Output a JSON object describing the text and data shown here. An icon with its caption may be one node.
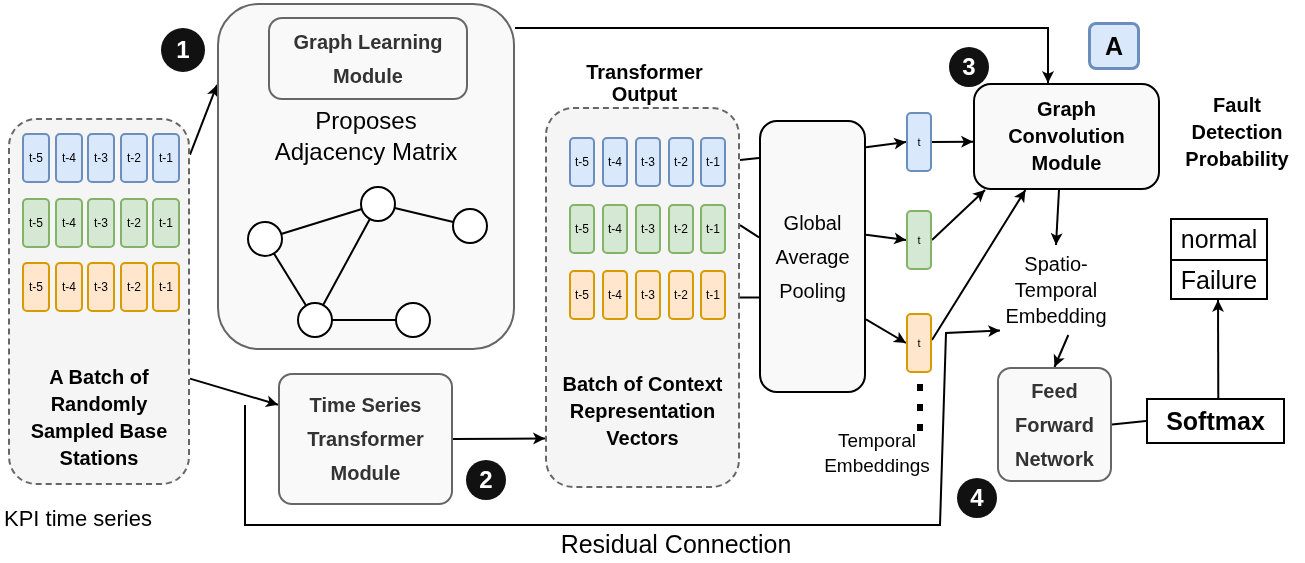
{
  "diagram": {
    "nodes": [
      {
        "text": [
          "A Batch of Randomly Sampled Base Stations"
        ],
        "beside": [
          "KPI time series"
        ]
      },
      {
        "text": [
          "t-5"
        ],
        "in": 0
      },
      {
        "text": [
          "t-4"
        ],
        "in": 0
      },
      {
        "text": [
          "t-3"
        ],
        "in": 0
      },
      {
        "text": [
          "t-2"
        ],
        "in": 0
      },
      {
        "text": [
          "t-1"
        ],
        "in": 0
      },
      {
        "text": [
          "t-5"
        ],
        "in": 0
      },
      {
        "text": [
          "t-4"
        ],
        "in": 0
      },
      {
        "text": [
          "t-3"
        ],
        "in": 0
      },
      {
        "text": [
          "t-2"
        ],
        "in": 0
      },
      {
        "text": [
          "t-1"
        ],
        "in": 0
      },
      {
        "text": [
          "t-5"
        ],
        "in": 0
      },
      {
        "text": [
          "t-4"
        ],
        "in": 0
      },
      {
        "text": [
          "t-3"
        ],
        "in": 0
      },
      {
        "text": [
          "t-2"
        ],
        "in": 0
      },
      {
        "text": [
          "t-1"
        ],
        "in": 0
      },
      {
        "text": [
          "Proposes Adjacency Matrix"
        ]
      },
      {
        "text": [
          "Graph Learning Module"
        ],
        "in": 16
      },
      {
        "text": [
          "Time Series Transformer Module"
        ]
      },
      {
        "text": [
          "Transformer Output",
          "Batch of Context Representation Vectors"
        ]
      },
      {
        "text": [
          "t-5"
        ],
        "in": 19
      },
      {
        "text": [
          "t-4"
        ],
        "in": 19
      },
      {
        "text": [
          "t-3"
        ],
        "in": 19
      },
      {
        "text": [
          "t-2"
        ],
        "in": 19
      },
      {
        "text": [
          "t-1"
        ],
        "in": 19
      },
      {
        "text": [
          "t-5"
        ],
        "in": 19
      },
      {
        "text": [
          "t-4"
        ],
        "in": 19
      },
      {
        "text": [
          "t-3"
        ],
        "in": 19
      },
      {
        "text": [
          "t-2"
        ],
        "in": 19
      },
      {
        "text": [
          "t-1"
        ],
        "in": 19
      },
      {
        "text": [
          "t-5"
        ],
        "in": 19
      },
      {
        "text": [
          "t-4"
        ],
        "in": 19
      },
      {
        "text": [
          "t-3"
        ],
        "in": 19
      },
      {
        "text": [
          "t-2"
        ],
        "in": 19
      },
      {
        "text": [
          "t-1"
        ],
        "in": 19
      },
      {
        "text": [
          "Global Average Pooling"
        ]
      },
      {
        "text": [
          "t"
        ]
      },
      {
        "text": [
          "t"
        ]
      },
      {
        "text": [
          "t"
        ]
      },
      {
        "text": [
          "Graph Convolution Module"
        ]
      },
      {
        "text": [
          "Spatio-Temporal Embedding"
        ]
      },
      {
        "text": [
          "Feed Forward Network"
        ]
      },
      {
        "text": [
          "Softmax"
        ]
      },
      {
        "text": [
          "Fault Detection Probability",
          "normal",
          "Failure"
        ]
      }
    ],
    "edges": [
      {
        "from": 0,
        "to": 16,
        "arrow": "to"
      },
      {
        "from": 0,
        "to": 18,
        "arrow": "to"
      },
      {
        "from": null,
        "to": 40,
        "arrow": "to"
      },
      {
        "from": 18,
        "to": 19,
        "arrow": "to"
      },
      {
        "from": 16,
        "to": 39,
        "arrow": "to"
      },
      {
        "from": 19,
        "to": 35,
        "arrow": "none"
      },
      {
        "from": 19,
        "to": 35,
        "arrow": "none"
      },
      {
        "from": 19,
        "to": 35,
        "arrow": "none"
      },
      {
        "from": 35,
        "to": 36,
        "arrow": "to"
      },
      {
        "from": 35,
        "to": 37,
        "arrow": "to"
      },
      {
        "from": 35,
        "to": 38,
        "arrow": "to"
      },
      {
        "from": 36,
        "to": 39,
        "arrow": "to"
      },
      {
        "from": 37,
        "to": 39,
        "arrow": "to"
      },
      {
        "from": 38,
        "to": 39,
        "arrow": "to"
      },
      {
        "from": 39,
        "to": 40,
        "arrow": "to"
      },
      {
        "from": 40,
        "to": 41,
        "arrow": "to"
      },
      {
        "from": 41,
        "to": 42,
        "arrow": "none"
      },
      {
        "from": 42,
        "to": 43,
        "arrow": "to"
      }
    ],
    "labels": [
      "1",
      "A",
      "3",
      "Temporal Embeddings",
      "2",
      "4",
      "Residual Connection"
    ]
  }
}
